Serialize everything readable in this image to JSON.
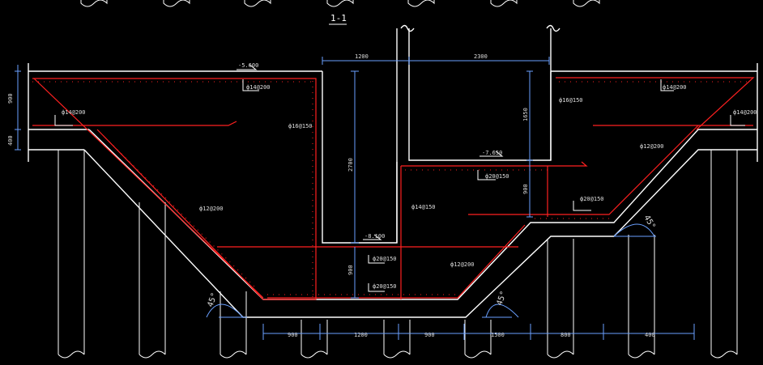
{
  "section_title": "1-1",
  "elevations": {
    "top": "-5.600",
    "bottom_step": "-8.100",
    "right_step": "-7.650"
  },
  "dimensions": {
    "upper_width_left": "1200",
    "upper_width_right": "2300",
    "depth_mid": "2700",
    "depth_right": "1650",
    "height_left_top": "900",
    "height_left_slab": "400",
    "height_right_step": "900",
    "height_lower": "900",
    "bottom_dims": [
      "900",
      "1200",
      "900",
      "1500",
      "800",
      "400"
    ]
  },
  "angles": {
    "left": "45°",
    "right_bottom": "45°",
    "right_top": "45°"
  },
  "rebar_labels": {
    "a": "ф14@200",
    "b": "ф16@150",
    "c": "ф14@150",
    "d": "ф12@200",
    "e": "ф20@150"
  },
  "colors": {
    "outline": "#ffffff",
    "rebar": "#ff2020",
    "dimension": "#6aa0ff",
    "dim_text": "#dddddd"
  }
}
